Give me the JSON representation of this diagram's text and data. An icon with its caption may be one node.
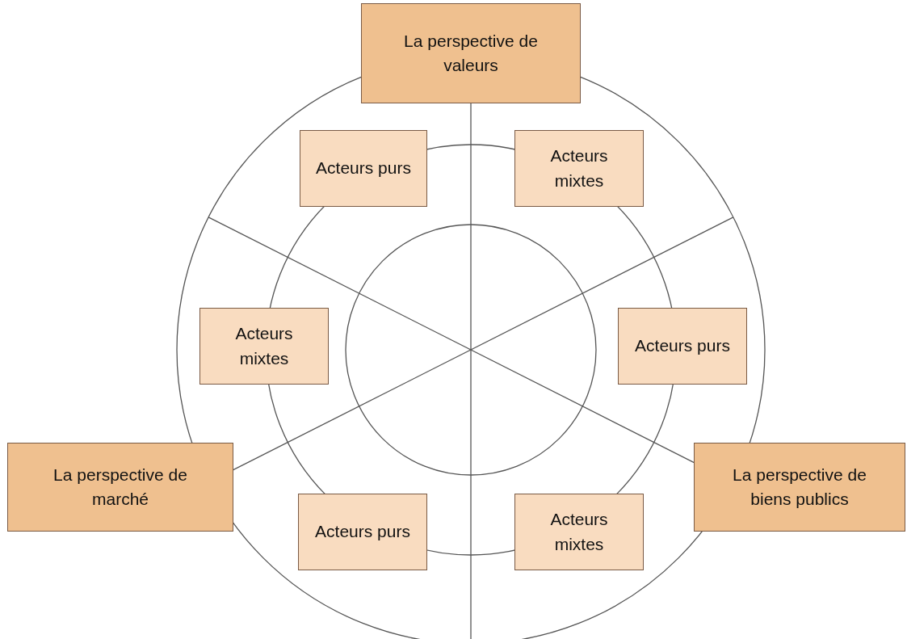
{
  "diagram": {
    "nodes": [
      {
        "text": [
          "La perspective de valeurs"
        ]
      },
      {
        "text": [
          "Acteurs purs"
        ]
      },
      {
        "text": [
          "Acteurs mixtes"
        ]
      },
      {
        "text": [
          "Acteurs mixtes"
        ]
      },
      {
        "text": [
          "Acteurs purs"
        ]
      },
      {
        "text": [
          "La perspective de marché"
        ]
      },
      {
        "text": [
          "Acteurs purs"
        ]
      },
      {
        "text": [
          "Acteurs mixtes"
        ]
      },
      {
        "text": [
          "La perspective de biens publics"
        ]
      }
    ]
  }
}
